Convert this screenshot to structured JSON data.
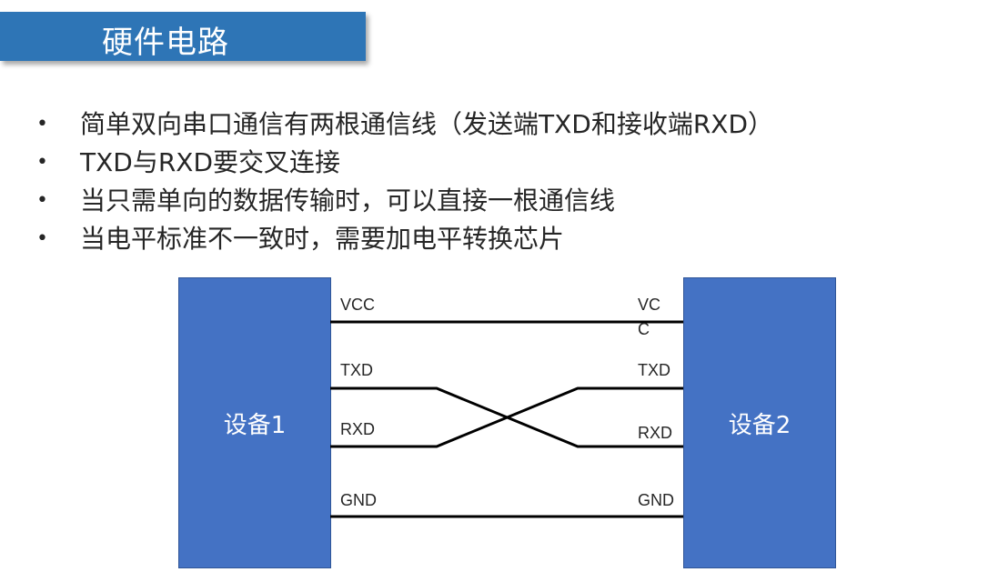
{
  "title": "硬件电路",
  "bullets": [
    "简单双向串口通信有两根通信线（发送端TXD和接收端RXD）",
    "TXD与RXD要交叉连接",
    "当只需单向的数据传输时，可以直接一根通信线",
    "当电平标准不一致时，需要加电平转换芯片"
  ],
  "bullet_symbol": "•",
  "device1": {
    "label": "设备1"
  },
  "device2": {
    "label": "设备2"
  },
  "left_signals": {
    "vcc": "VCC",
    "txd": "TXD",
    "rxd": "RXD",
    "gnd": "GND"
  },
  "right_signals": {
    "vcc_line1": "VC",
    "vcc_line2": "C",
    "txd": "TXD",
    "rxd": "RXD",
    "gnd": "GND"
  },
  "colors": {
    "title_bar": "#2e75b6",
    "device_fill": "#4472c4",
    "wire": "#000000"
  }
}
